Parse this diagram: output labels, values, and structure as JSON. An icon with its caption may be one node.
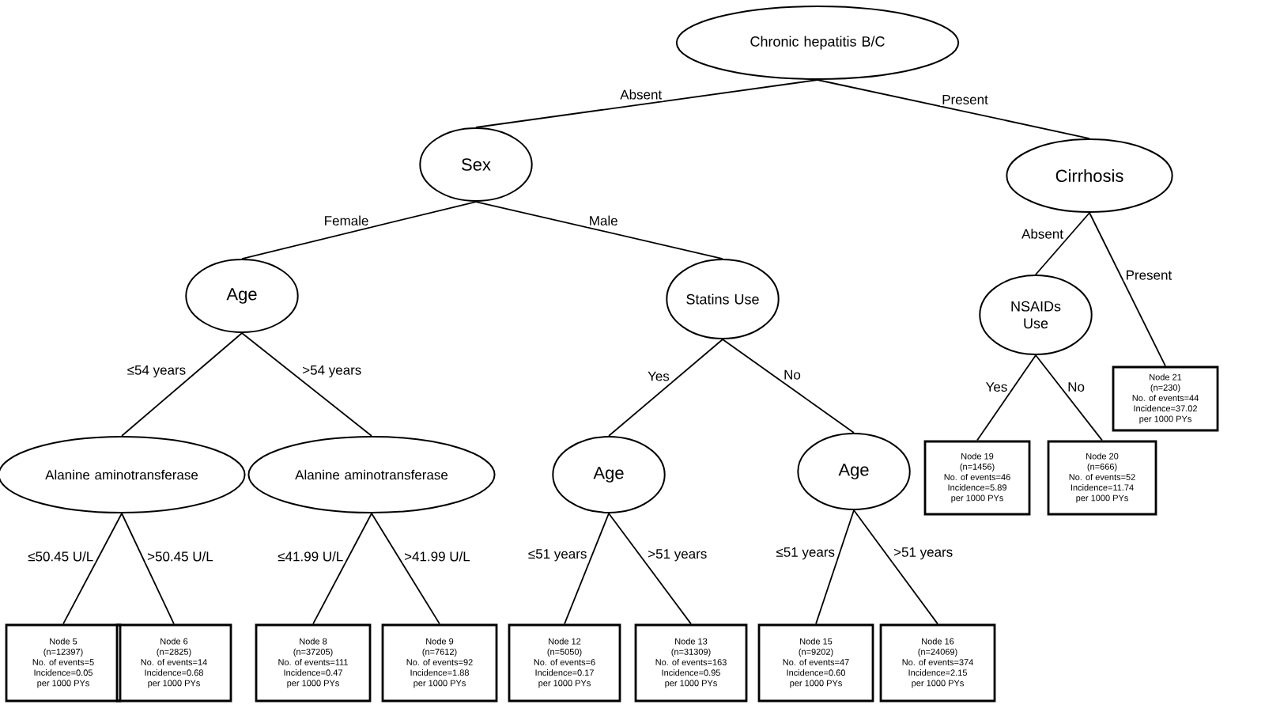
{
  "diagram": {
    "nodes": [
      {
        "text": [
          "Chronic hepatitis B/C"
        ]
      },
      {
        "text": [
          "Sex"
        ]
      },
      {
        "text": [
          "Cirrhosis"
        ]
      },
      {
        "text": [
          "Age"
        ]
      },
      {
        "text": [
          "Statins Use"
        ]
      },
      {
        "text": [
          "NSAIDs Use"
        ]
      },
      {
        "text": [
          "Node 21",
          "(n=230)",
          "No. of events=44",
          "Incidence=37.02",
          "per 1000 PYs"
        ]
      },
      {
        "text": [
          "Alanine aminotransferase"
        ]
      },
      {
        "text": [
          "Alanine aminotransferase"
        ]
      },
      {
        "text": [
          "Age"
        ]
      },
      {
        "text": [
          "Age"
        ]
      },
      {
        "text": [
          "Node 19",
          "(n=1456)",
          "No. of events=46",
          "Incidence=5.89",
          "per 1000 PYs"
        ]
      },
      {
        "text": [
          "Node 20",
          "(n=666)",
          "No. of events=52",
          "Incidence=11.74",
          "per 1000 PYs"
        ]
      },
      {
        "text": [
          "Node 5",
          "(n=12397)",
          "No. of events=5",
          "Incidence=0.05",
          "per 1000 PYs"
        ]
      },
      {
        "text": [
          "Node 6",
          "(n=2825)",
          "No. of events=14",
          "Incidence=0.68",
          "per 1000 PYs"
        ]
      },
      {
        "text": [
          "Node 8",
          "(n=37205)",
          "No. of events=111",
          "Incidence=0.47",
          "per 1000 PYs"
        ]
      },
      {
        "text": [
          "Node 9",
          "(n=7612)",
          "No. of events=92",
          "Incidence=1.88",
          "per 1000 PYs"
        ]
      },
      {
        "text": [
          "Node 12",
          "(n=5050)",
          "No. of events=6",
          "Incidence=0.17",
          "per 1000 PYs"
        ]
      },
      {
        "text": [
          "Node 13",
          "(n=31309)",
          "No. of events=163",
          "Incidence=0.95",
          "per 1000 PYs"
        ]
      },
      {
        "text": [
          "Node 15",
          "(n=9202)",
          "No. of events=47",
          "Incidence=0.60",
          "per 1000 PYs"
        ]
      },
      {
        "text": [
          "Node 16",
          "(n=24069)",
          "No. of events=374",
          "Incidence=2.15",
          "per 1000 PYs"
        ]
      }
    ],
    "edges": [
      {
        "from": 0,
        "to": 1,
        "arrow": "none",
        "label": "Absent"
      },
      {
        "from": 0,
        "to": 2,
        "arrow": "none",
        "label": "Present"
      },
      {
        "from": 1,
        "to": 3,
        "arrow": "none",
        "label": "Female"
      },
      {
        "from": 1,
        "to": 4,
        "arrow": "none",
        "label": "Male"
      },
      {
        "from": 2,
        "to": 5,
        "arrow": "none",
        "label": "Absent"
      },
      {
        "from": 2,
        "to": 6,
        "arrow": "none",
        "label": "Present"
      },
      {
        "from": 3,
        "to": 7,
        "arrow": "none",
        "label": "≤54 years"
      },
      {
        "from": 3,
        "to": 8,
        "arrow": "none",
        "label": ">54 years"
      },
      {
        "from": 4,
        "to": 9,
        "arrow": "none",
        "label": "Yes"
      },
      {
        "from": 4,
        "to": 10,
        "arrow": "none",
        "label": "No"
      },
      {
        "from": 5,
        "to": 11,
        "arrow": "none",
        "label": "Yes"
      },
      {
        "from": 5,
        "to": 12,
        "arrow": "none",
        "label": "No"
      },
      {
        "from": 7,
        "to": 13,
        "arrow": "none",
        "label": "≤50.45 U/L"
      },
      {
        "from": 7,
        "to": 14,
        "arrow": "none",
        "label": ">50.45 U/L"
      },
      {
        "from": 8,
        "to": 15,
        "arrow": "none",
        "label": "≤41.99 U/L"
      },
      {
        "from": 8,
        "to": 16,
        "arrow": "none",
        "label": ">41.99 U/L"
      },
      {
        "from": 9,
        "to": 17,
        "arrow": "none",
        "label": "≤51 years"
      },
      {
        "from": 9,
        "to": 18,
        "arrow": "none",
        "label": ">51 years"
      },
      {
        "from": 10,
        "to": 19,
        "arrow": "none",
        "label": "≤51 years"
      },
      {
        "from": 10,
        "to": 20,
        "arrow": "none",
        "label": ">51 years"
      }
    ]
  }
}
